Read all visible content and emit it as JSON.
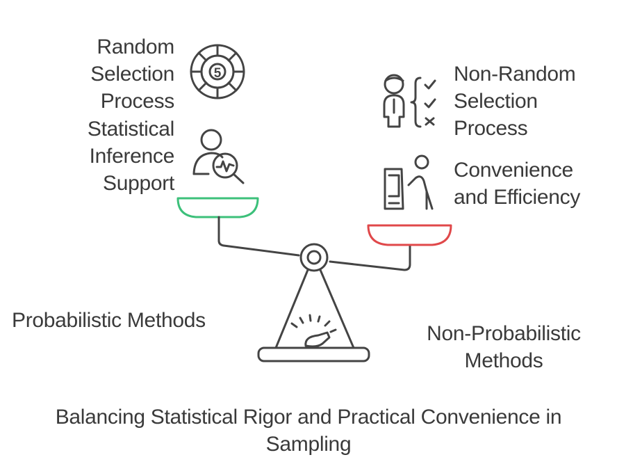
{
  "left": {
    "item1": [
      "Random",
      "Selection",
      "Process"
    ],
    "item2": [
      "Statistical",
      "Inference",
      "Support"
    ],
    "group_label": "Probabilistic Methods",
    "pan_color": "#3cc07a",
    "die_number": "5"
  },
  "right": {
    "item1": [
      "Non-Random",
      "Selection",
      "Process"
    ],
    "item2": [
      "Convenience",
      "and Efficiency"
    ],
    "group_label": [
      "Non-Probabilistic",
      "Methods"
    ],
    "pan_color": "#e0484a"
  },
  "icons": [
    "roulette-icon",
    "analyst-icon",
    "checklist-person-icon",
    "vending-person-icon",
    "scale-icon"
  ],
  "caption": [
    "Balancing Statistical Rigor and Practical Convenience in",
    "Sampling"
  ]
}
